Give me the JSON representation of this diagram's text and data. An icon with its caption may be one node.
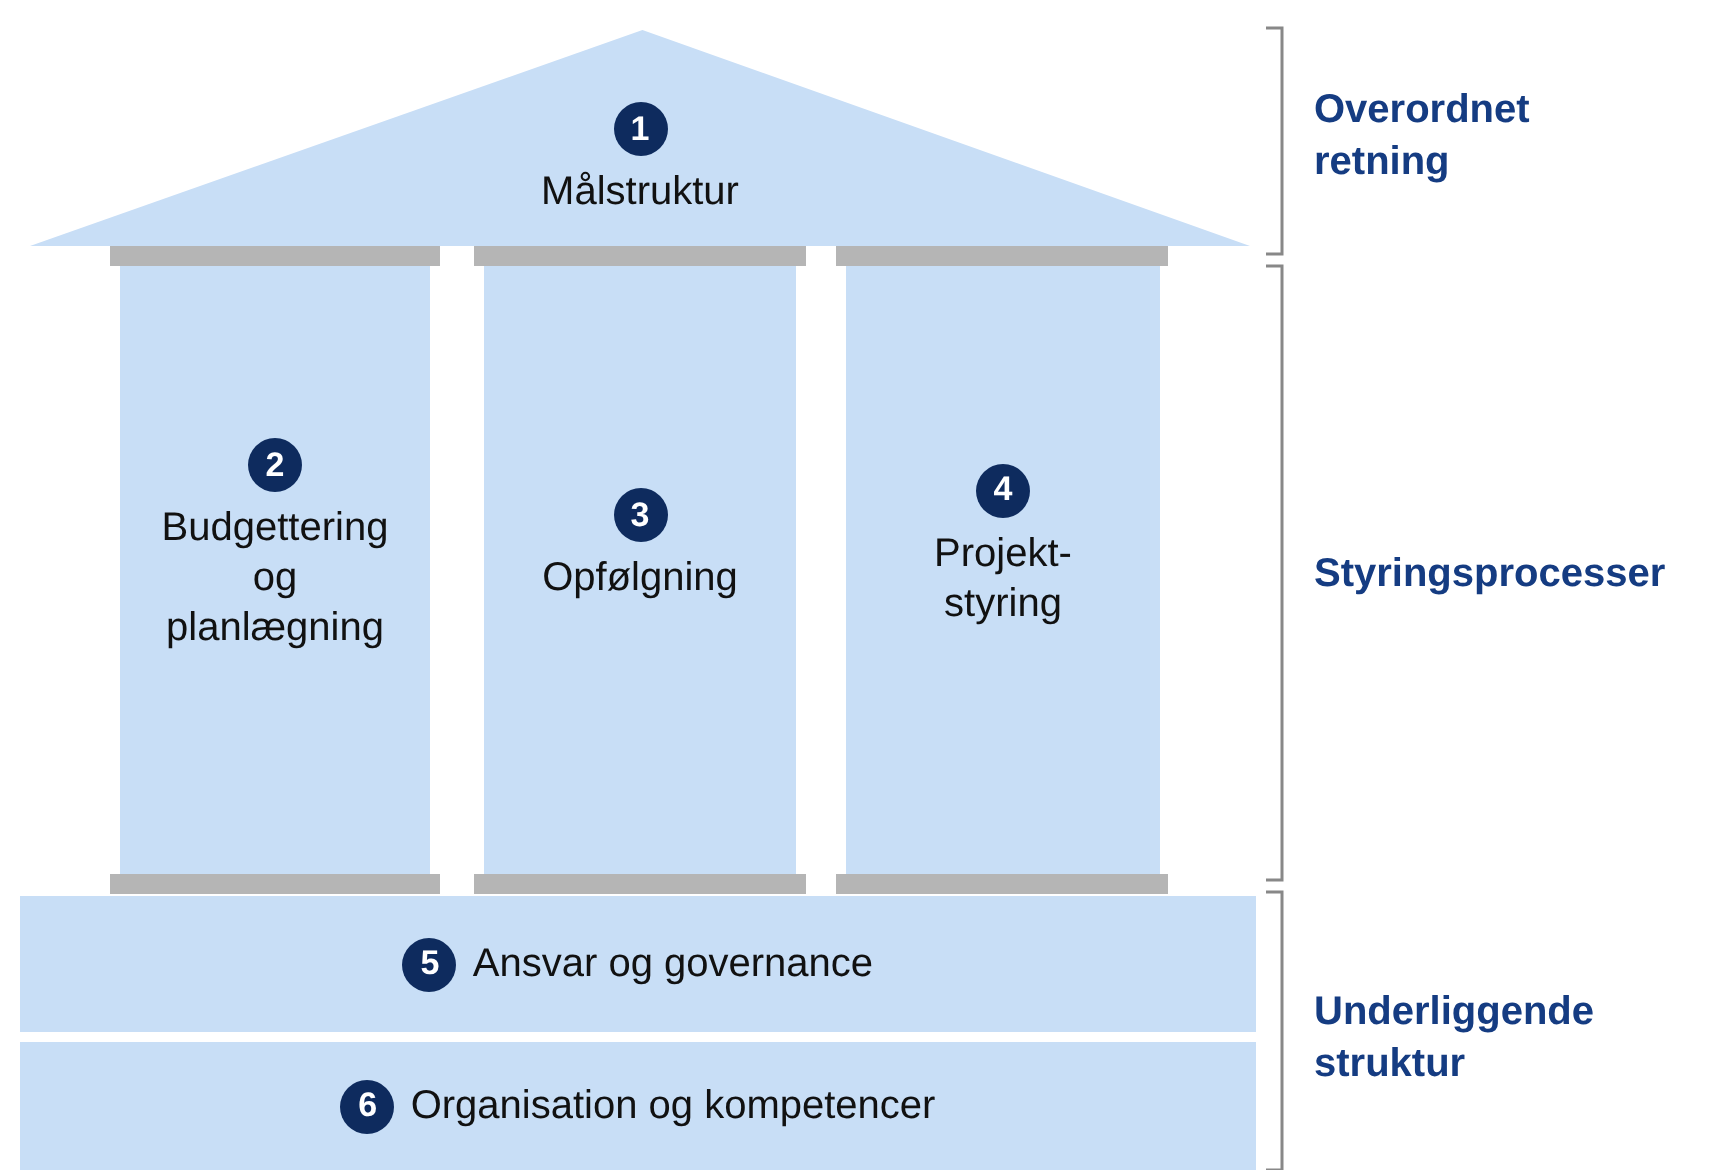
{
  "diagram": {
    "nodes": [
      {
        "text": [
          "1",
          "Målstruktur"
        ]
      },
      {
        "text": [
          "2",
          "Budgettering og planlægning"
        ]
      },
      {
        "text": [
          "3",
          "Opfølgning"
        ]
      },
      {
        "text": [
          "4",
          "Projekt- styring"
        ]
      },
      {
        "text": [
          "5",
          "Ansvar og governance"
        ]
      },
      {
        "text": [
          "6",
          "Organisation og kompetencer"
        ]
      }
    ],
    "edges": [],
    "labels": [
      "Overordnet retning",
      "Styringsprocesser",
      "Underliggende struktur"
    ]
  }
}
